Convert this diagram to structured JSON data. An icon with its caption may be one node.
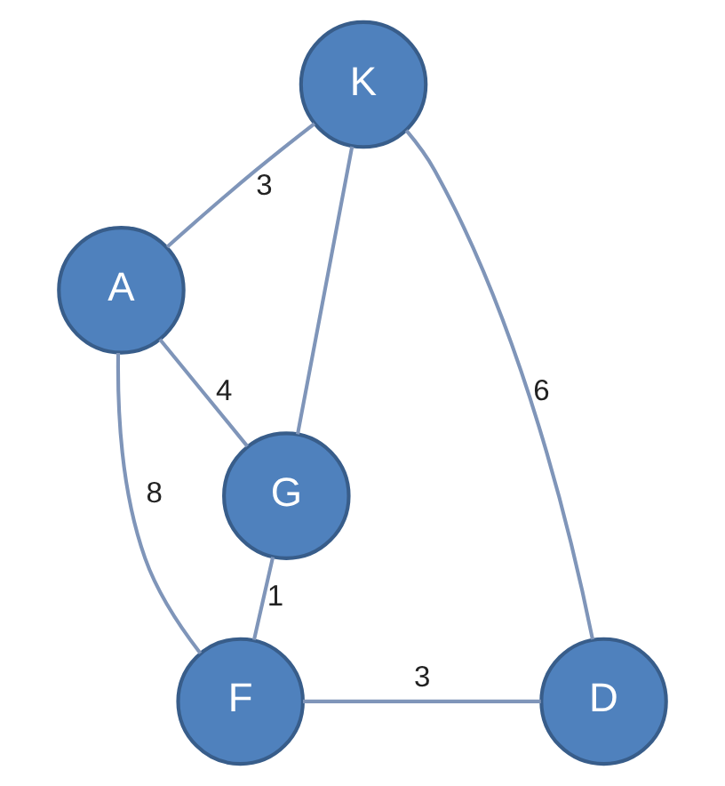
{
  "diagram": {
    "nodes": [
      {
        "text": [
          "K"
        ]
      },
      {
        "text": [
          "A"
        ]
      },
      {
        "text": [
          "G"
        ]
      },
      {
        "text": [
          "F"
        ]
      },
      {
        "text": [
          "D"
        ]
      }
    ],
    "edges": [
      {
        "from": 0,
        "to": 1,
        "arrow": "none",
        "label": "3"
      },
      {
        "from": 0,
        "to": 2,
        "arrow": "none"
      },
      {
        "from": 0,
        "to": 4,
        "arrow": "none",
        "label": "6"
      },
      {
        "from": 1,
        "to": 2,
        "arrow": "none",
        "label": "4"
      },
      {
        "from": 1,
        "to": 3,
        "arrow": "none",
        "label": "8"
      },
      {
        "from": 2,
        "to": 3,
        "arrow": "none",
        "label": "1"
      },
      {
        "from": 3,
        "to": 4,
        "arrow": "none",
        "label": "3"
      }
    ]
  }
}
